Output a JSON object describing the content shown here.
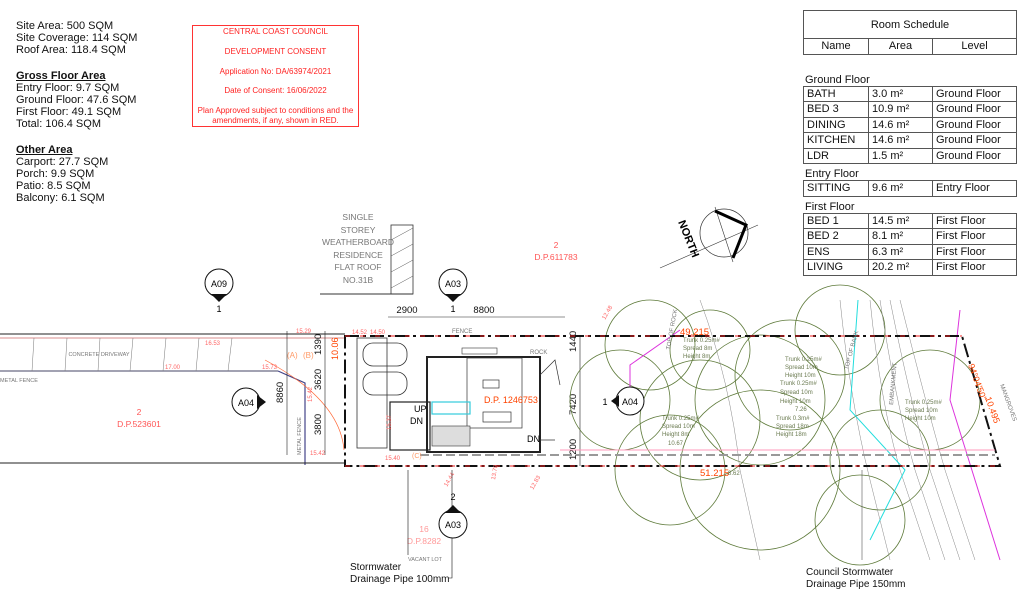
{
  "site_info": {
    "site_area": "Site Area: 500 SQM",
    "site_coverage": "Site Coverage: 114 SQM",
    "roof_area": "Roof Area: 118.4 SQM",
    "gross_heading": "Gross Floor Area",
    "gross": [
      "Entry Floor: 9.7 SQM",
      "Ground Floor: 47.6 SQM",
      "First Floor: 49.1 SQM",
      "Total: 106.4 SQM"
    ],
    "other_heading": "Other Area",
    "other": [
      "Carport: 27.7 SQM",
      "Porch: 9.9 SQM",
      "Patio: 8.5 SQM",
      "Balcony: 6.1 SQM"
    ]
  },
  "stamp": {
    "council": "CENTRAL COAST COUNCIL",
    "title": "DEVELOPMENT CONSENT",
    "application": "Application No: DA/63974/2021",
    "date": "Date of Consent:  16/06/2022",
    "note1": "Plan Approved subject to conditions and the",
    "note2": "amendments, if any, shown in RED."
  },
  "room_schedule": {
    "title": "Room Schedule",
    "columns": [
      "Name",
      "Area",
      "Level"
    ],
    "groups": [
      {
        "label": "Ground Floor",
        "rows": [
          [
            "BATH",
            "3.0 m²",
            "Ground Floor"
          ],
          [
            "BED 3",
            "10.9 m²",
            "Ground Floor"
          ],
          [
            "DINING",
            "14.6 m²",
            "Ground Floor"
          ],
          [
            "KITCHEN",
            "14.6 m²",
            "Ground Floor"
          ],
          [
            "LDR",
            "1.5 m²",
            "Ground Floor"
          ]
        ]
      },
      {
        "label": "Entry Floor",
        "rows": [
          [
            "SITTING",
            "9.6 m²",
            "Entry Floor"
          ]
        ]
      },
      {
        "label": "First Floor",
        "rows": [
          [
            "BED 1",
            "14.5 m²",
            "First Floor"
          ],
          [
            "BED 2",
            "8.1 m²",
            "First Floor"
          ],
          [
            "ENS",
            "6.3 m²",
            "First Floor"
          ],
          [
            "LIVING",
            "20.2 m²",
            "First Floor"
          ]
        ]
      }
    ]
  },
  "plan": {
    "neighbour": [
      "SINGLE",
      "STOREY",
      "WEATHERBOARD",
      "RESIDENCE",
      "FLAT ROOF",
      "NO.31B"
    ],
    "lot_north": [
      "2",
      "D.P.611783"
    ],
    "lot_west": [
      "2",
      "D.P.523601"
    ],
    "lot_south": [
      "16",
      "D.P.8282"
    ],
    "vacant_lot": "VACANT LOT",
    "site_dp": "D.P. 1246753",
    "north": "NORTH",
    "markers": {
      "a09": {
        "ref": "A09",
        "num": "1"
      },
      "a03_top": {
        "ref": "A03",
        "num": "1"
      },
      "a03_bottom": {
        "ref": "A03",
        "num": "2"
      },
      "a04_left": {
        "ref": "A04"
      },
      "a04_right": {
        "ref": "A04",
        "num": "1"
      }
    },
    "dims": {
      "d2900": "2900",
      "d8800": "8800",
      "d1390": "1390",
      "d3620": "3620",
      "d3800": "3800",
      "d8860": "8860",
      "d1440": "1440",
      "d7420": "7420",
      "d1200": "1200"
    },
    "boundary": {
      "north_len": "49.215",
      "south_len": "51.215",
      "east_bearing": "94°04'50\"",
      "east_len": "10.495",
      "west_len": "10.06"
    },
    "labels": {
      "driveway": "CONCRETE DRIVEWAY",
      "metal_fence": "METAL FENCE",
      "metal_fence2": "METAL FENCE",
      "fence": "FENCE",
      "rock": "ROCK",
      "up": "UP",
      "dn1": "DN",
      "dn2": "DN",
      "a": "(A)",
      "b": "(B)",
      "c": "(C)",
      "top_of_bank": "TOP OF BANK",
      "mangroves": "MANGROVES",
      "embankment": "EMBANKMENT",
      "toe": "TOP OF ROCK"
    },
    "levels": [
      "15.29",
      "16.53",
      "17.00",
      "15.73",
      "15.42",
      "15.42",
      "14.52",
      "14.50",
      "15.40",
      "15.37",
      "14.44",
      "13.70",
      "12.83",
      "12.48",
      "7.26",
      "10.67",
      "8.62"
    ],
    "trees": [
      [
        "Trunk 0.25m#",
        "Spread 8m",
        "Height 8m"
      ],
      [
        "Trunk 0.25m#",
        "Spread 10m",
        "Height 10m"
      ],
      [
        "Trunk 0.25m#",
        "Spread 10m",
        "Height 10m"
      ],
      [
        "Trunk 0.25m#",
        "Spread 10m",
        "Height 8m"
      ],
      [
        "Trunk 0.3m#",
        "Spread 18m",
        "Height 18m"
      ],
      [
        "Trunk 0.25m#",
        "Spread 10m",
        "Height 10m"
      ]
    ],
    "stormwater_left": [
      "Stormwater",
      "Drainage Pipe 100mm"
    ],
    "stormwater_right": [
      "Council Stormwater",
      "Drainage Pipe 150mm"
    ]
  }
}
